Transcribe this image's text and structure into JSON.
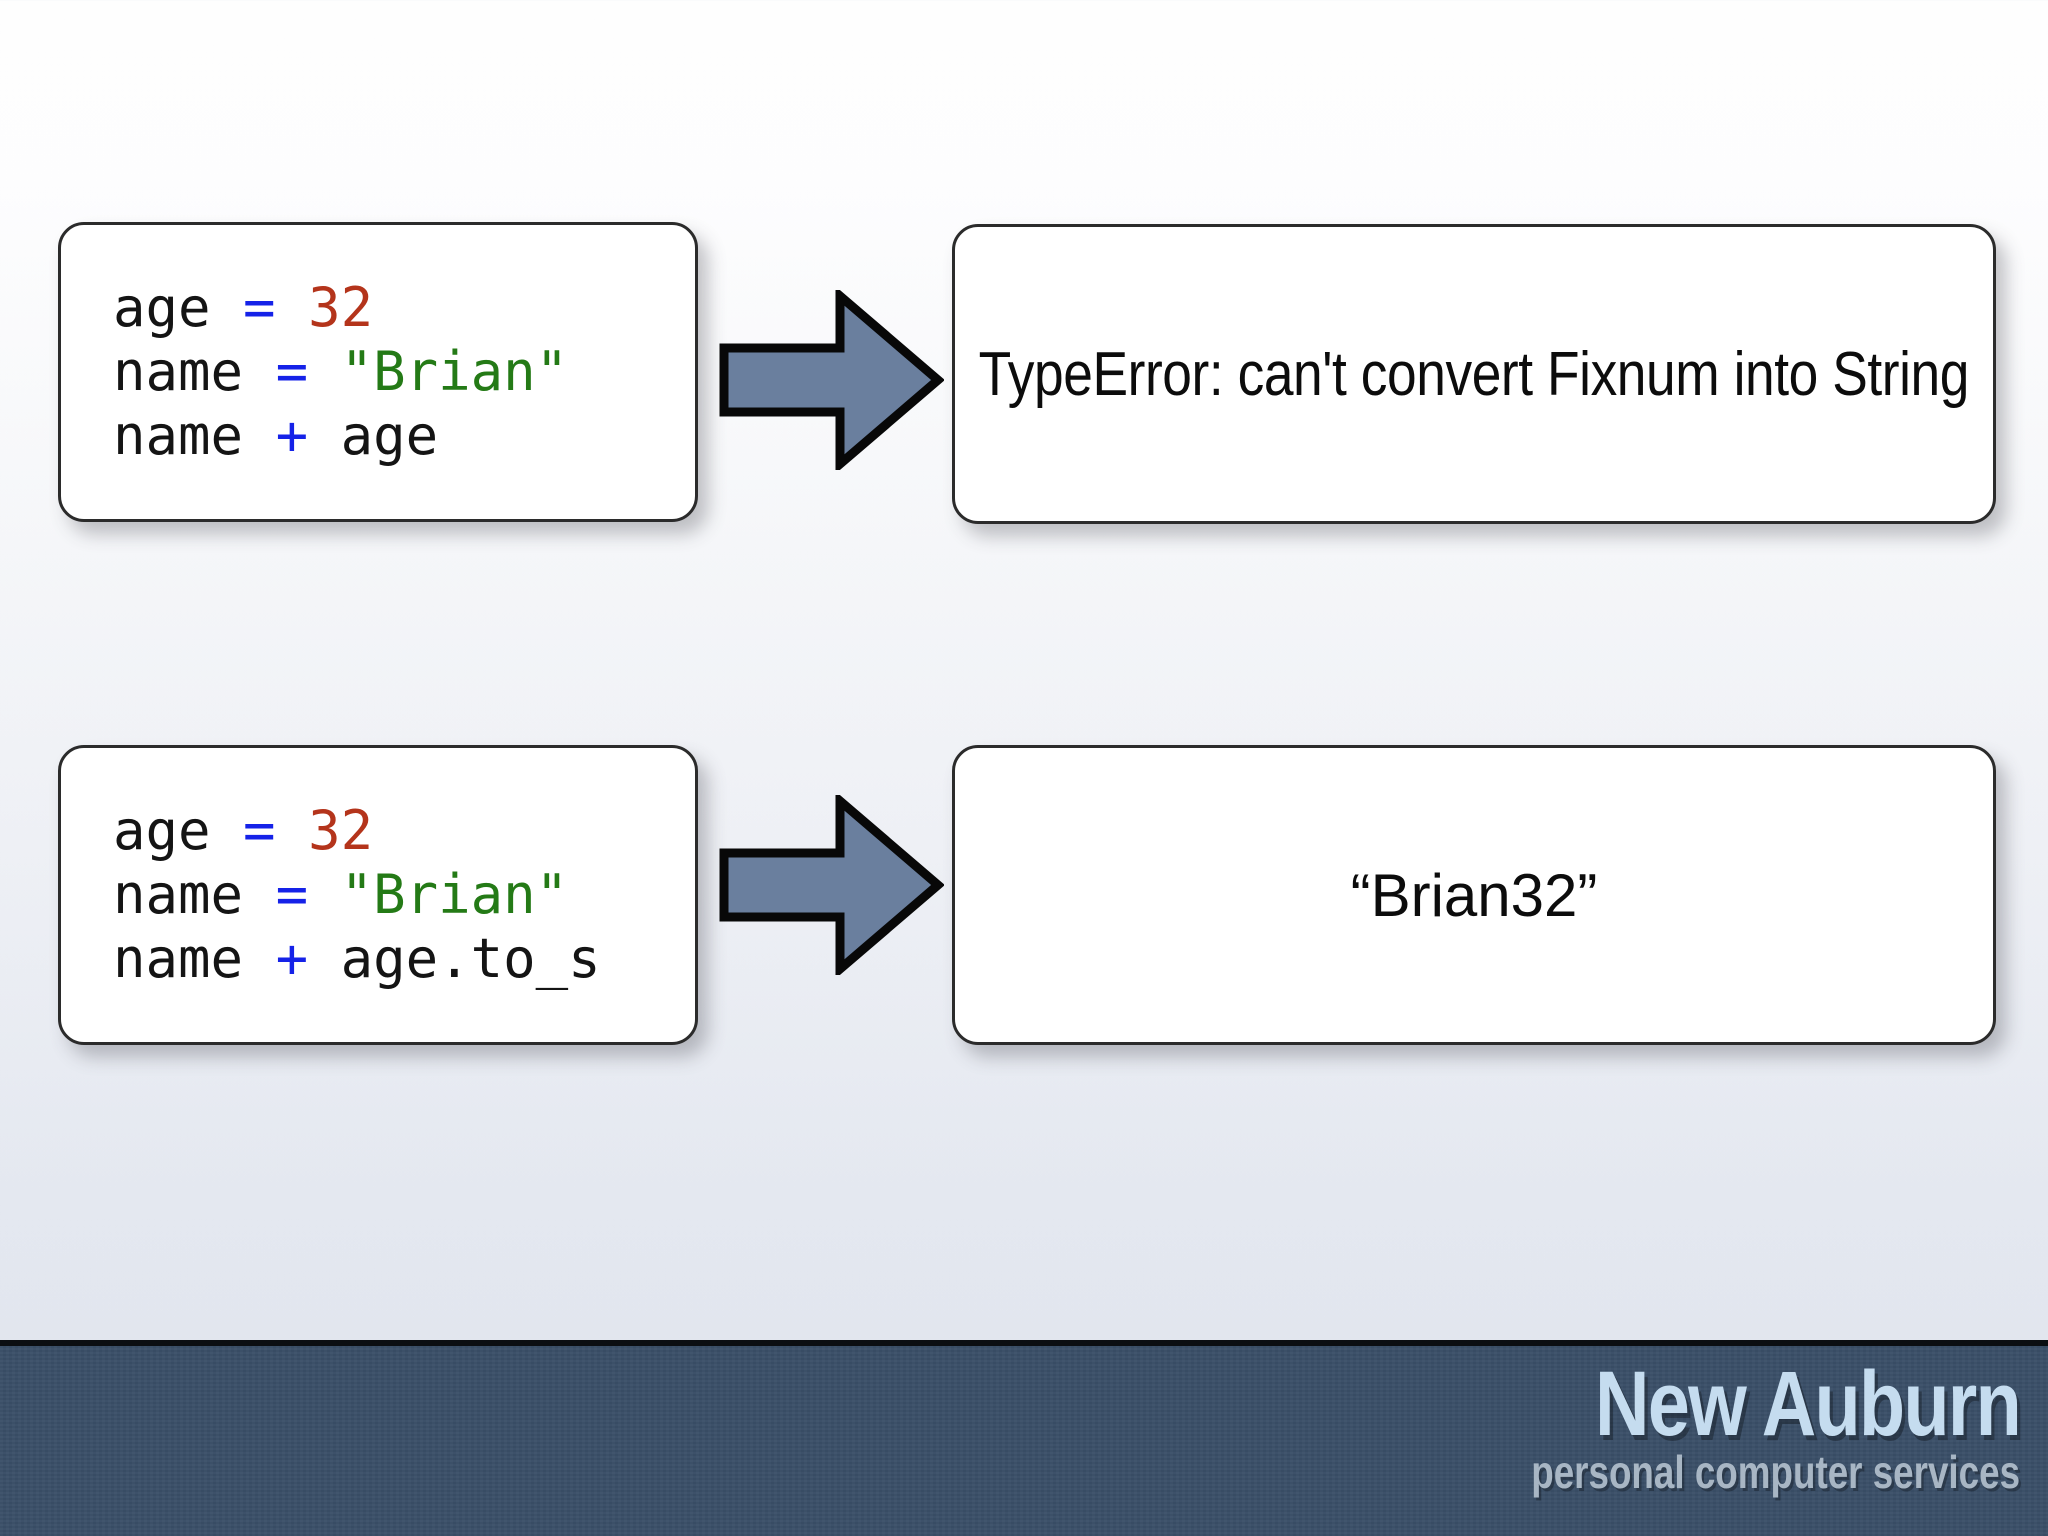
{
  "slide": {
    "background_top_color": "#fefefe",
    "background_bottom_color": "#dfe3ec"
  },
  "rows": [
    {
      "code": {
        "lines": [
          [
            {
              "t": "age ",
              "k": "plain"
            },
            {
              "t": "= ",
              "k": "op"
            },
            {
              "t": "32",
              "k": "num"
            }
          ],
          [
            {
              "t": "name ",
              "k": "plain"
            },
            {
              "t": "= ",
              "k": "op"
            },
            {
              "t": "\"Brian\"",
              "k": "str"
            }
          ],
          [
            {
              "t": "name ",
              "k": "plain"
            },
            {
              "t": "+ ",
              "k": "op"
            },
            {
              "t": "age",
              "k": "plain"
            }
          ]
        ]
      },
      "arrow": {
        "icon": "right-arrow-icon",
        "fill": "#6a7f9e",
        "stroke": "#080808"
      },
      "result": {
        "text": "TypeError: can't convert Fixnum into String",
        "style": "plain"
      }
    },
    {
      "code": {
        "lines": [
          [
            {
              "t": "age ",
              "k": "plain"
            },
            {
              "t": "= ",
              "k": "op"
            },
            {
              "t": "32",
              "k": "num"
            }
          ],
          [
            {
              "t": "name ",
              "k": "plain"
            },
            {
              "t": "= ",
              "k": "op"
            },
            {
              "t": "\"Brian\"",
              "k": "str"
            }
          ],
          [
            {
              "t": "name ",
              "k": "plain"
            },
            {
              "t": "+ ",
              "k": "op"
            },
            {
              "t": "age.to_s",
              "k": "plain"
            }
          ]
        ]
      },
      "arrow": {
        "icon": "right-arrow-icon",
        "fill": "#6a7f9e",
        "stroke": "#080808"
      },
      "result": {
        "text": "“Brian32”",
        "style": "quoted"
      }
    }
  ],
  "footer": {
    "background_color": "#3a4f68",
    "logo": {
      "main": "New Auburn",
      "sub": "personal computer services",
      "main_color": "#c5dcef",
      "sub_color": "#a8b6c4"
    }
  },
  "syntax_colors": {
    "plain": "#141414",
    "operator": "#1522e8",
    "number": "#b4341b",
    "string": "#247a16"
  }
}
